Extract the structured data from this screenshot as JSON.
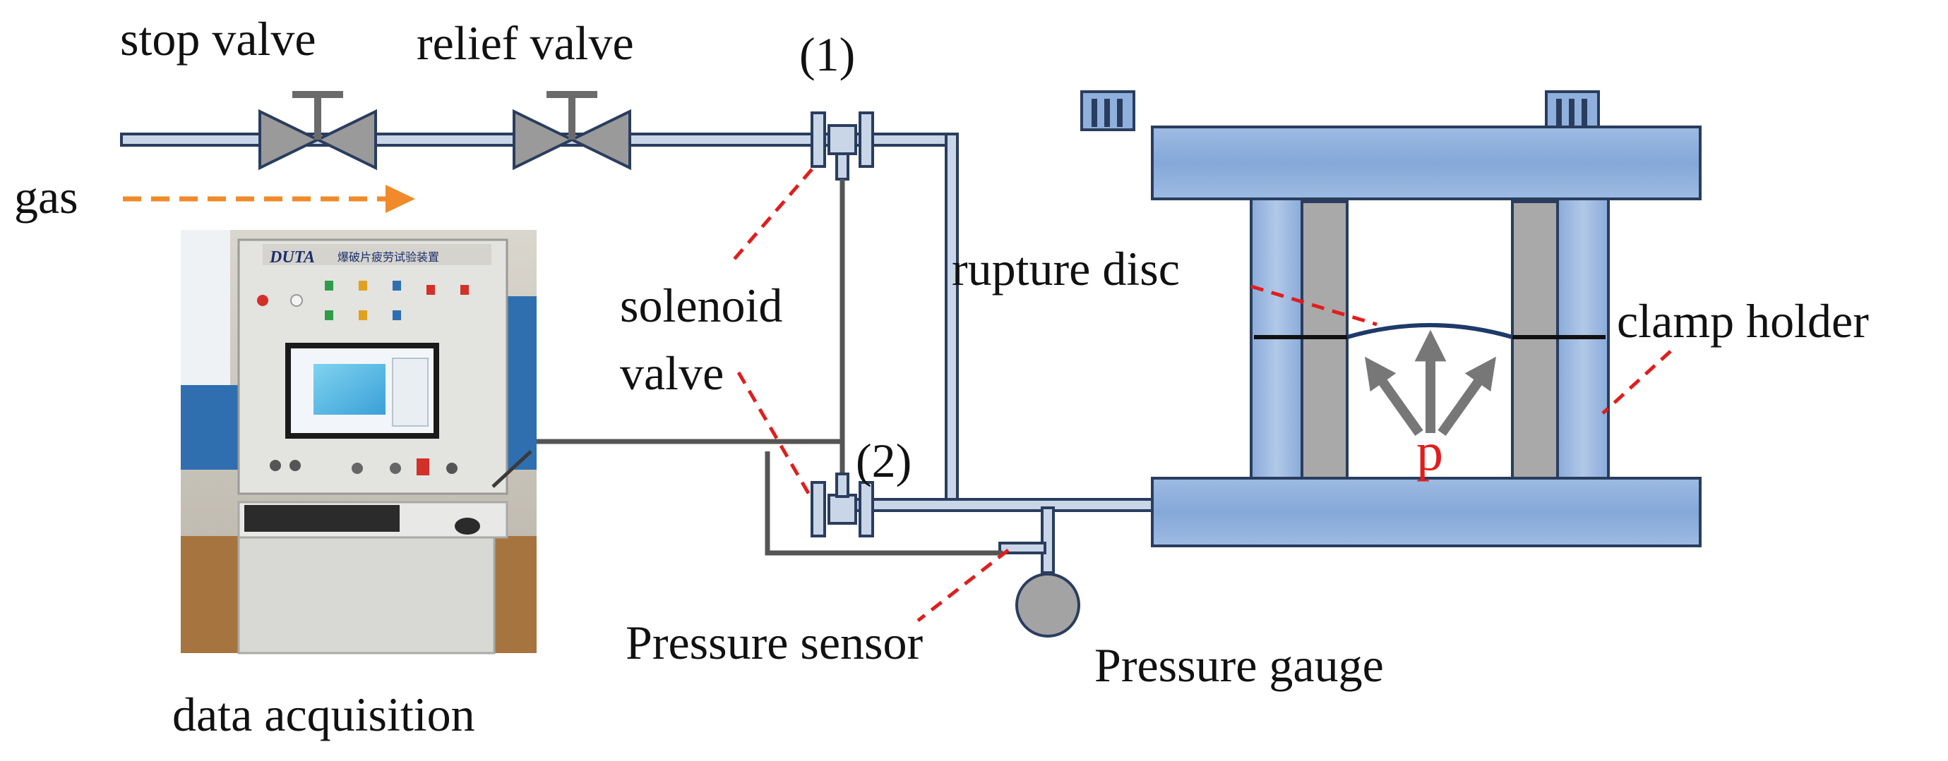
{
  "labels": {
    "stop_valve": "stop valve",
    "relief_valve": "relief valve",
    "port_1": "(1)",
    "port_2": "(2)",
    "gas": "gas",
    "rupture_disc": "rupture disc",
    "clamp_holder": "clamp holder",
    "solenoid": "solenoid",
    "valve": "valve",
    "pressure_symbol": "p",
    "pressure_sensor": "Pressure sensor",
    "pressure_gauge": "Pressure gauge",
    "data_acquisition": "data acquisition"
  },
  "panel": {
    "brand": "DUTA",
    "caption": "爆破片疲劳试验装置"
  },
  "colors": {
    "pipe": "#c9d6e8",
    "pipe_outline": "#2a3d5e",
    "valve_fill": "#9a9a9a",
    "clamp_fill": "#8fb0dc",
    "pillar_fill": "#a9a9a9",
    "leader_line": "#e11d1d",
    "gas_arrow": "#f08a2a",
    "pressure_text": "#e11d1d",
    "signal_wire": "#555555"
  }
}
